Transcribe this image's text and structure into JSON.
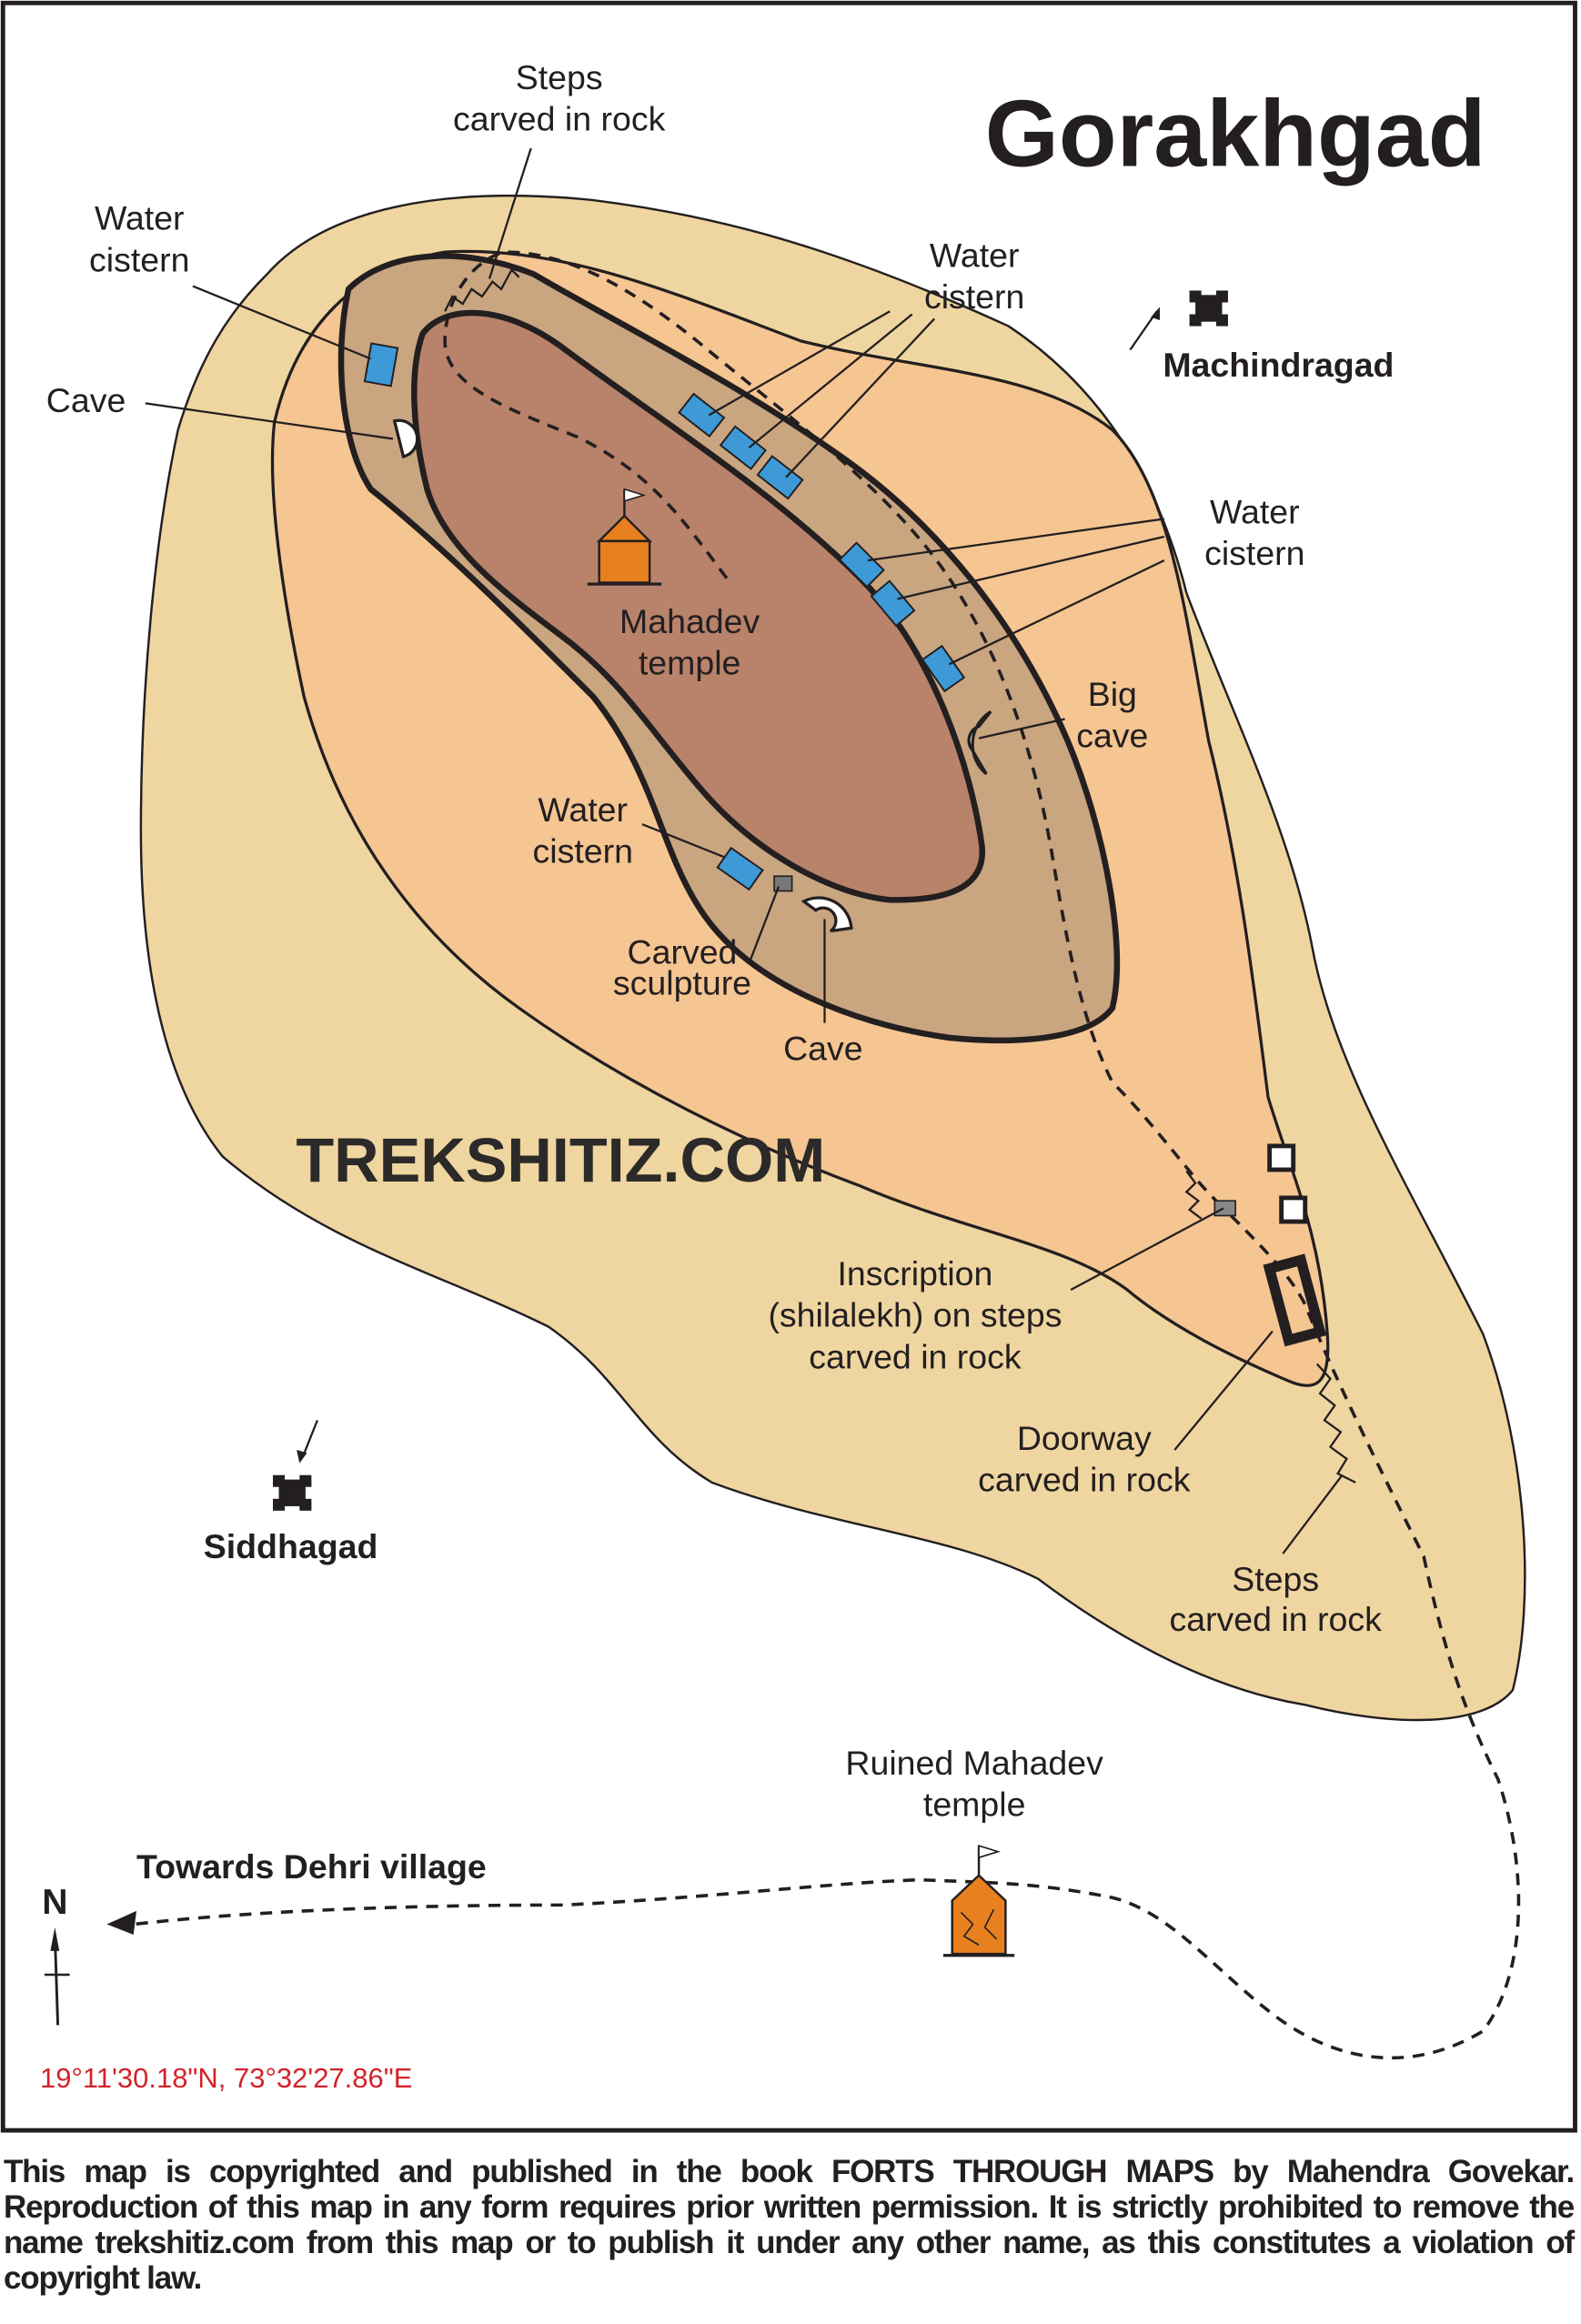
{
  "title": "Gorakhgad",
  "watermark": "TREKSHITIZ.COM",
  "colors": {
    "outer_hill": "#efd5a0",
    "middle_slope": "#f5c592",
    "fort_ring": "#c9a580",
    "plateau": "#b9826b",
    "water_cistern": "#3d9ad6",
    "temple": "#e8801f",
    "coordinates": "#d2232a"
  },
  "labels": {
    "steps_top": [
      "Steps",
      "carved in rock"
    ],
    "water_cistern_nw": [
      "Water",
      "cistern"
    ],
    "cave_nw": "Cave",
    "water_cistern_ne": [
      "Water",
      "cistern"
    ],
    "machindragad": "Machindragad",
    "water_cistern_e": [
      "Water",
      "cistern"
    ],
    "mahadev_temple": [
      "Mahadev",
      "temple"
    ],
    "big_cave": [
      "Big",
      "cave"
    ],
    "water_cistern_s": [
      "Water",
      "cistern"
    ],
    "carved_sculpture": [
      "Carved",
      "sculpture"
    ],
    "cave_s": "Cave",
    "inscription": [
      "Inscription",
      "(shilalekh) on steps",
      "carved in rock"
    ],
    "doorway": [
      "Doorway",
      "carved in rock"
    ],
    "steps_bottom": [
      "Steps",
      "carved in rock"
    ],
    "siddhagad": "Siddhagad",
    "ruined_temple": [
      "Ruined Mahadev",
      "temple"
    ],
    "towards_dehri": "Towards Dehri village",
    "north": "N"
  },
  "coordinates": "19°11'30.18\"N, 73°32'27.86\"E",
  "copyright": "This map is copyrighted and published in the book FORTS THROUGH MAPS by Mahendra Govekar. Reproduction of this map in any form requires prior written permission. It is strictly prohibited to remove the name trekshitiz.com from this map or to publish it under any other name, as this constitutes a violation of copyright law."
}
